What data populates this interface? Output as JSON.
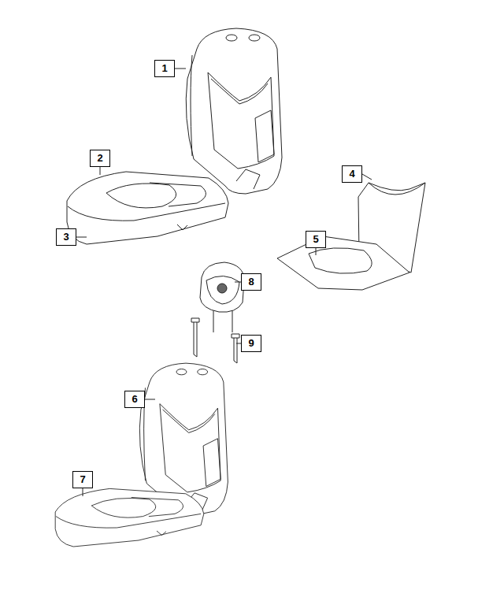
{
  "diagram": {
    "nodes": [
      {
        "text": [
          "1"
        ]
      },
      {
        "text": [
          "2"
        ]
      },
      {
        "text": [
          "3"
        ]
      },
      {
        "text": [
          "4"
        ]
      },
      {
        "text": [
          "5"
        ]
      },
      {
        "text": [
          "8"
        ]
      },
      {
        "text": [
          "9"
        ]
      },
      {
        "text": [
          "6"
        ]
      },
      {
        "text": [
          "7"
        ]
      }
    ]
  }
}
